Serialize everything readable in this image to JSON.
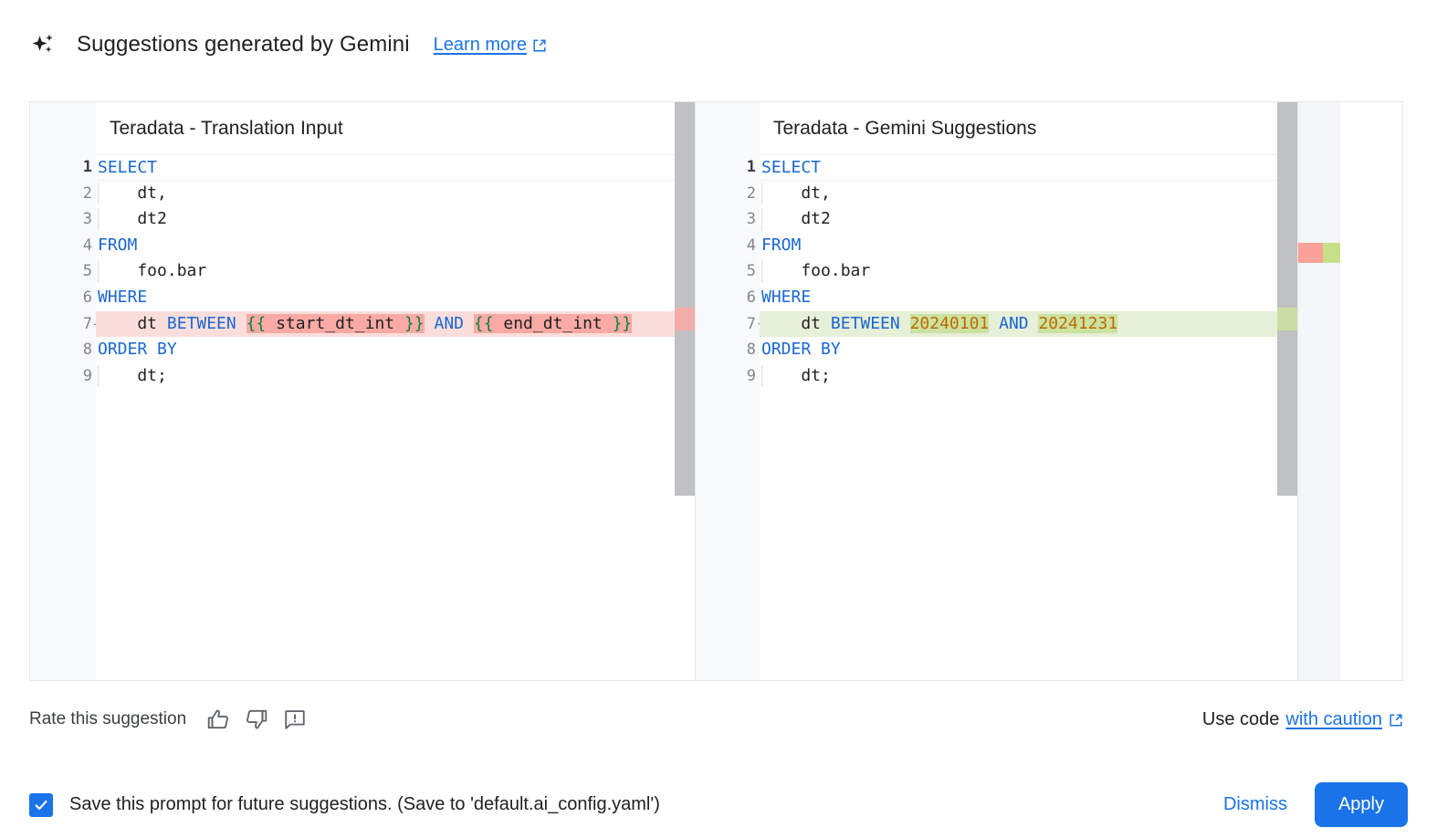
{
  "header": {
    "icon": "sparkle-icon",
    "title": "Suggestions generated by Gemini",
    "learn_more": "Learn more",
    "learn_more_icon": "external-link-icon"
  },
  "colors": {
    "accent": "#1a73e8",
    "keyword": "#1967d2",
    "number": "#bf6a02",
    "delete_bg": "#fbdedc",
    "delete_strong": "#f9aaa4",
    "insert_bg": "#e6efd8",
    "insert_strong": "#cbe2a0",
    "text": "#202124",
    "muted": "#80868b",
    "gutter_bg": "#f8f9fa",
    "border": "#e4e7eb"
  },
  "diff": {
    "left": {
      "title": "Teradata - Translation Input",
      "lines": [
        {
          "n": "1",
          "sign": "",
          "state": "current",
          "indent": false,
          "tokens": [
            {
              "t": "SELECT",
              "c": "kw"
            }
          ]
        },
        {
          "n": "2",
          "sign": "",
          "state": "",
          "indent": true,
          "tokens": [
            {
              "t": "    dt,",
              "c": ""
            }
          ]
        },
        {
          "n": "3",
          "sign": "",
          "state": "",
          "indent": true,
          "tokens": [
            {
              "t": "    dt2",
              "c": ""
            }
          ]
        },
        {
          "n": "4",
          "sign": "",
          "state": "",
          "indent": false,
          "tokens": [
            {
              "t": "FROM",
              "c": "kw"
            }
          ]
        },
        {
          "n": "5",
          "sign": "",
          "state": "",
          "indent": true,
          "tokens": [
            {
              "t": "    foo.bar",
              "c": ""
            }
          ]
        },
        {
          "n": "6",
          "sign": "",
          "state": "",
          "indent": false,
          "tokens": [
            {
              "t": "WHERE",
              "c": "kw"
            }
          ]
        },
        {
          "n": "7",
          "sign": "—",
          "state": "del",
          "indent": false,
          "tokens": [
            {
              "t": "    dt ",
              "c": ""
            },
            {
              "t": "BETWEEN",
              "c": "kw"
            },
            {
              "t": " ",
              "c": ""
            },
            {
              "t": "{{ start_dt_int }}",
              "c": "tpl strong"
            },
            {
              "t": " ",
              "c": ""
            },
            {
              "t": "AND",
              "c": "kw"
            },
            {
              "t": " ",
              "c": ""
            },
            {
              "t": "{{ end_dt_int }}",
              "c": "tpl strong"
            }
          ]
        },
        {
          "n": "8",
          "sign": "",
          "state": "",
          "indent": false,
          "tokens": [
            {
              "t": "ORDER BY",
              "c": "kw"
            }
          ]
        },
        {
          "n": "9",
          "sign": "",
          "state": "",
          "indent": true,
          "tokens": [
            {
              "t": "    dt;",
              "c": ""
            }
          ]
        }
      ]
    },
    "right": {
      "title": "Teradata - Gemini Suggestions",
      "lines": [
        {
          "n": "1",
          "sign": "",
          "state": "current",
          "indent": false,
          "tokens": [
            {
              "t": "SELECT",
              "c": "kw"
            }
          ]
        },
        {
          "n": "2",
          "sign": "",
          "state": "",
          "indent": true,
          "tokens": [
            {
              "t": "    dt,",
              "c": ""
            }
          ]
        },
        {
          "n": "3",
          "sign": "",
          "state": "",
          "indent": true,
          "tokens": [
            {
              "t": "    dt2",
              "c": ""
            }
          ]
        },
        {
          "n": "4",
          "sign": "",
          "state": "",
          "indent": false,
          "tokens": [
            {
              "t": "FROM",
              "c": "kw"
            }
          ]
        },
        {
          "n": "5",
          "sign": "",
          "state": "",
          "indent": true,
          "tokens": [
            {
              "t": "    foo.bar",
              "c": ""
            }
          ]
        },
        {
          "n": "6",
          "sign": "",
          "state": "",
          "indent": false,
          "tokens": [
            {
              "t": "WHERE",
              "c": "kw"
            }
          ]
        },
        {
          "n": "7",
          "sign": "+",
          "state": "ins",
          "indent": false,
          "tokens": [
            {
              "t": "    dt ",
              "c": ""
            },
            {
              "t": "BETWEEN",
              "c": "kw"
            },
            {
              "t": " ",
              "c": ""
            },
            {
              "t": "20240101",
              "c": "num strongins"
            },
            {
              "t": " ",
              "c": ""
            },
            {
              "t": "AND",
              "c": "kw"
            },
            {
              "t": " ",
              "c": ""
            },
            {
              "t": "20241231",
              "c": "num strongins"
            }
          ]
        },
        {
          "n": "8",
          "sign": "",
          "state": "",
          "indent": false,
          "tokens": [
            {
              "t": "ORDER BY",
              "c": "kw"
            }
          ]
        },
        {
          "n": "9",
          "sign": "",
          "state": "",
          "indent": true,
          "tokens": [
            {
              "t": "    dt;",
              "c": ""
            }
          ]
        }
      ]
    }
  },
  "rate": {
    "label": "Rate this suggestion",
    "thumb_up_icon": "thumb-up-icon",
    "thumb_down_icon": "thumb-down-icon",
    "report_icon": "report-icon",
    "use_code_prefix": "Use code",
    "use_code_link": "with caution",
    "use_code_icon": "external-link-icon"
  },
  "footer": {
    "checkbox_checked": true,
    "checkbox_label": "Save this prompt for future suggestions. (Save to 'default.ai_config.yaml')",
    "dismiss_label": "Dismiss",
    "apply_label": "Apply"
  }
}
